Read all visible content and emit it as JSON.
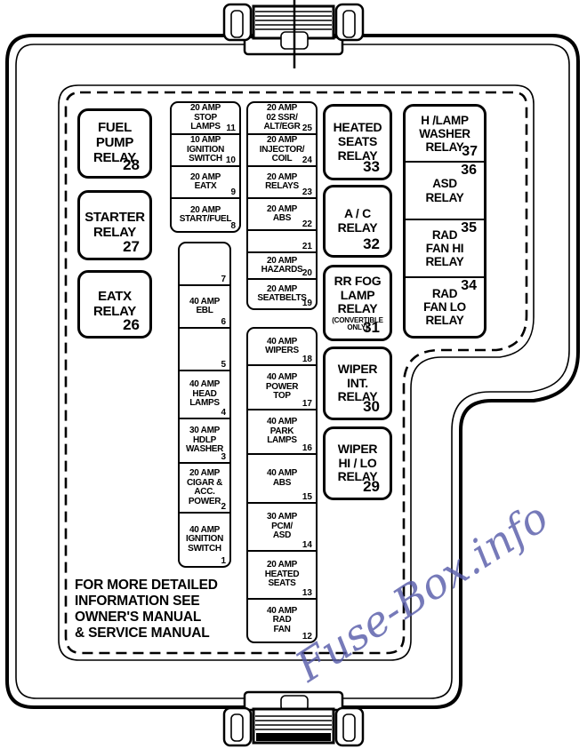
{
  "watermark": {
    "text": "Fuse-Box.info",
    "color": "#5559a8"
  },
  "footer": {
    "text": "FOR MORE DETAILED\nINFORMATION SEE\nOWNER'S MANUAL\n& SERVICE MANUAL"
  },
  "line_color": "#000000",
  "relays_left": [
    {
      "label": "FUEL\nPUMP\nRELAY",
      "num": "28"
    },
    {
      "label": "STARTER\nRELAY",
      "num": "27"
    },
    {
      "label": "EATX\nRELAY",
      "num": "26"
    }
  ],
  "fuses_top_a": [
    {
      "label": "20 AMP\nSTOP\nLAMPS",
      "num": "11"
    },
    {
      "label": "10 AMP\nIGNITION\nSWITCH",
      "num": "10"
    },
    {
      "label": "20 AMP\nEATX",
      "num": "9"
    },
    {
      "label": "20 AMP\nSTART/FUEL",
      "num": "8"
    }
  ],
  "fuses_top_b": [
    {
      "label": "20 AMP\n02 SSR/\nALT/EGR",
      "num": "25"
    },
    {
      "label": "20 AMP\nINJECTOR/\nCOIL",
      "num": "24"
    },
    {
      "label": "20 AMP\nRELAYS",
      "num": "23"
    },
    {
      "label": "20 AMP\nABS",
      "num": "22"
    },
    {
      "label": "",
      "num": "21"
    },
    {
      "label": "20 AMP\nHAZARDS",
      "num": "20"
    },
    {
      "label": "20 AMP\nSEATBELTS",
      "num": "19"
    }
  ],
  "fuses_lower_a": [
    {
      "label": "",
      "num": "7"
    },
    {
      "label": "40 AMP\nEBL",
      "num": "6"
    },
    {
      "label": "",
      "num": "5"
    },
    {
      "label": "40 AMP\nHEAD\nLAMPS",
      "num": "4"
    },
    {
      "label": "30 AMP\nHDLP\nWASHER",
      "num": "3"
    },
    {
      "label": "20 AMP\nCIGAR &\nACC.\nPOWER",
      "num": "2"
    },
    {
      "label": "40 AMP\nIGNITION\nSWITCH",
      "num": "1"
    }
  ],
  "fuses_lower_b": [
    {
      "label": "40 AMP\nWIPERS",
      "num": "18"
    },
    {
      "label": "40 AMP\nPOWER\nTOP",
      "num": "17"
    },
    {
      "label": "40 AMP\nPARK\nLAMPS",
      "num": "16"
    },
    {
      "label": "40 AMP\nABS",
      "num": "15"
    },
    {
      "label": "30 AMP\nPCM/\nASD",
      "num": "14"
    },
    {
      "label": "20 AMP\nHEATED\nSEATS",
      "num": "13"
    },
    {
      "label": "40 AMP\nRAD\nFAN",
      "num": "12"
    }
  ],
  "relays_mid": [
    {
      "label": "HEATED\nSEATS\nRELAY",
      "num": "33"
    },
    {
      "label": "A / C\nRELAY",
      "num": "32"
    },
    {
      "label": "RR FOG\nLAMP\nRELAY",
      "sub": "(CONVERTIBLE\nONLY)",
      "num": "31"
    },
    {
      "label": "WIPER\nINT.\nRELAY",
      "num": "30"
    },
    {
      "label": "WIPER\nHI / LO\nRELAY",
      "num": "29"
    }
  ],
  "relays_right": [
    {
      "label": "H /LAMP\nWASHER\nRELAY",
      "num": "37"
    },
    {
      "label": "ASD\nRELAY",
      "num": "36"
    },
    {
      "label": "RAD\nFAN HI\nRELAY",
      "num": "35"
    },
    {
      "label": "RAD\nFAN LO\nRELAY",
      "num": "34"
    }
  ]
}
